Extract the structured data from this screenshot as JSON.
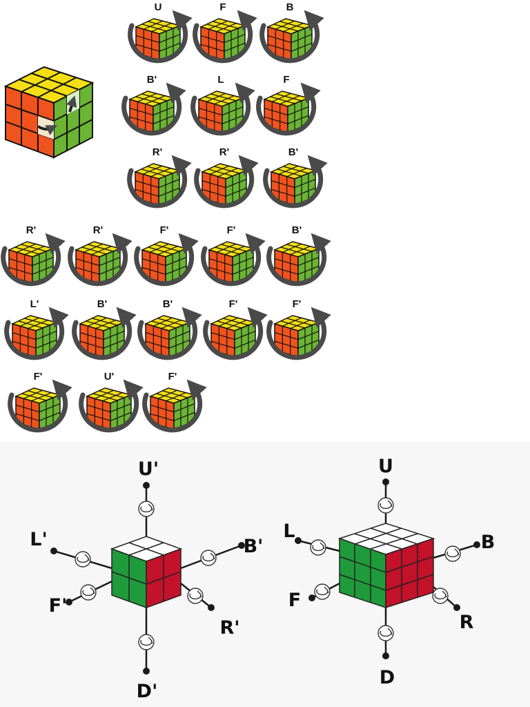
{
  "colors": {
    "top_face": "#f3df14",
    "front_face": "#f0531d",
    "right_face": "#6bb434",
    "bottom_top": "#ffffff",
    "bottom_front": "#1f9b3c",
    "bottom_right": "#c3122a",
    "arrow": "#4a4a4a",
    "line": "#1a1a1a"
  },
  "sequence": {
    "moves": [
      "U",
      "F",
      "B",
      "B'",
      "L",
      "F",
      "R'",
      "R'",
      "B'",
      "R'",
      "R'",
      "F'",
      "F'",
      "B'",
      "L'",
      "B'",
      "B'",
      "F'",
      "F'",
      "F'",
      "U'",
      "F'"
    ]
  },
  "left_diagram": {
    "top": "U'",
    "left": "L'",
    "right": "B'",
    "lower_left": "F'",
    "lower_right": "R'",
    "bottom": "D'"
  },
  "right_diagram": {
    "top": "U",
    "left": "L",
    "right": "B",
    "lower_left": "F",
    "lower_right": "R",
    "bottom": "D"
  }
}
